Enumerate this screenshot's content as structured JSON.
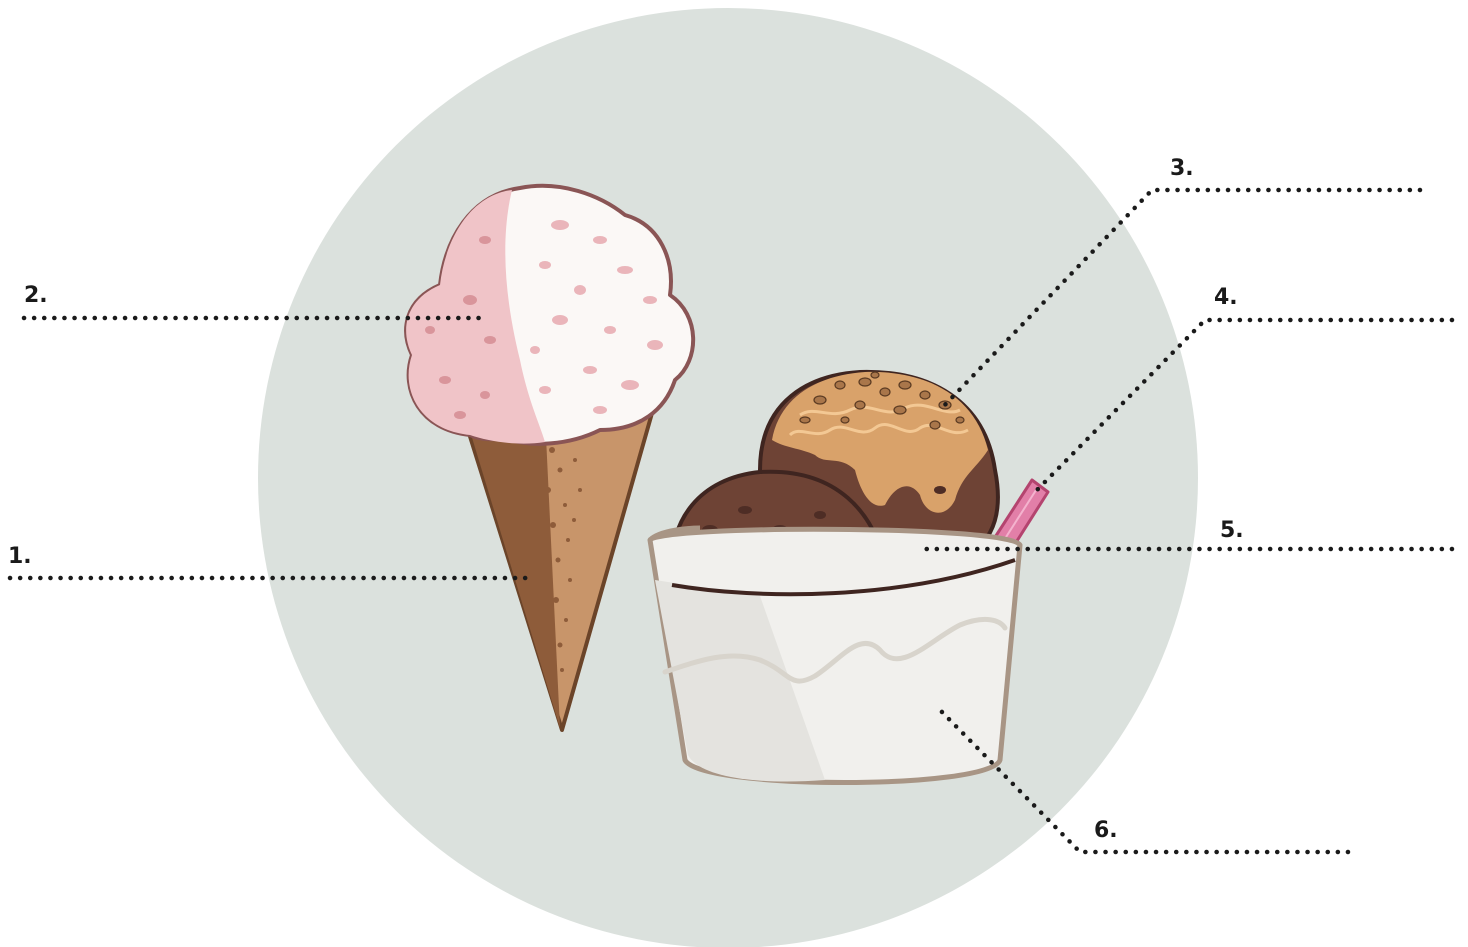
{
  "colors": {
    "background": "#ffffff",
    "circle": "#dbe1dd",
    "leader": "#1a1a1a",
    "cone_light": "#c8956a",
    "cone_dark": "#8e5c3a",
    "cone_outline": "#6b4429",
    "scoop_pink": "#f0c4c8",
    "scoop_white": "#fbf8f6",
    "scoop_outline": "#8a5555",
    "chocolate": "#6e4335",
    "chocolate_dark": "#3f2520",
    "caramel": "#d9a26a",
    "nuts": "#a9764a",
    "wafer": "#e27fa8",
    "cup": "#f1f0ed",
    "cup_shade": "#e4e3df",
    "cup_outline": "#a89585"
  },
  "illustration": {
    "items": [
      "ice-cream-cone",
      "ice-cream-cup"
    ]
  },
  "labels": [
    {
      "id": "1",
      "text": "1."
    },
    {
      "id": "2",
      "text": "2."
    },
    {
      "id": "3",
      "text": "3."
    },
    {
      "id": "4",
      "text": "4."
    },
    {
      "id": "5",
      "text": "5."
    },
    {
      "id": "6",
      "text": "6."
    }
  ]
}
